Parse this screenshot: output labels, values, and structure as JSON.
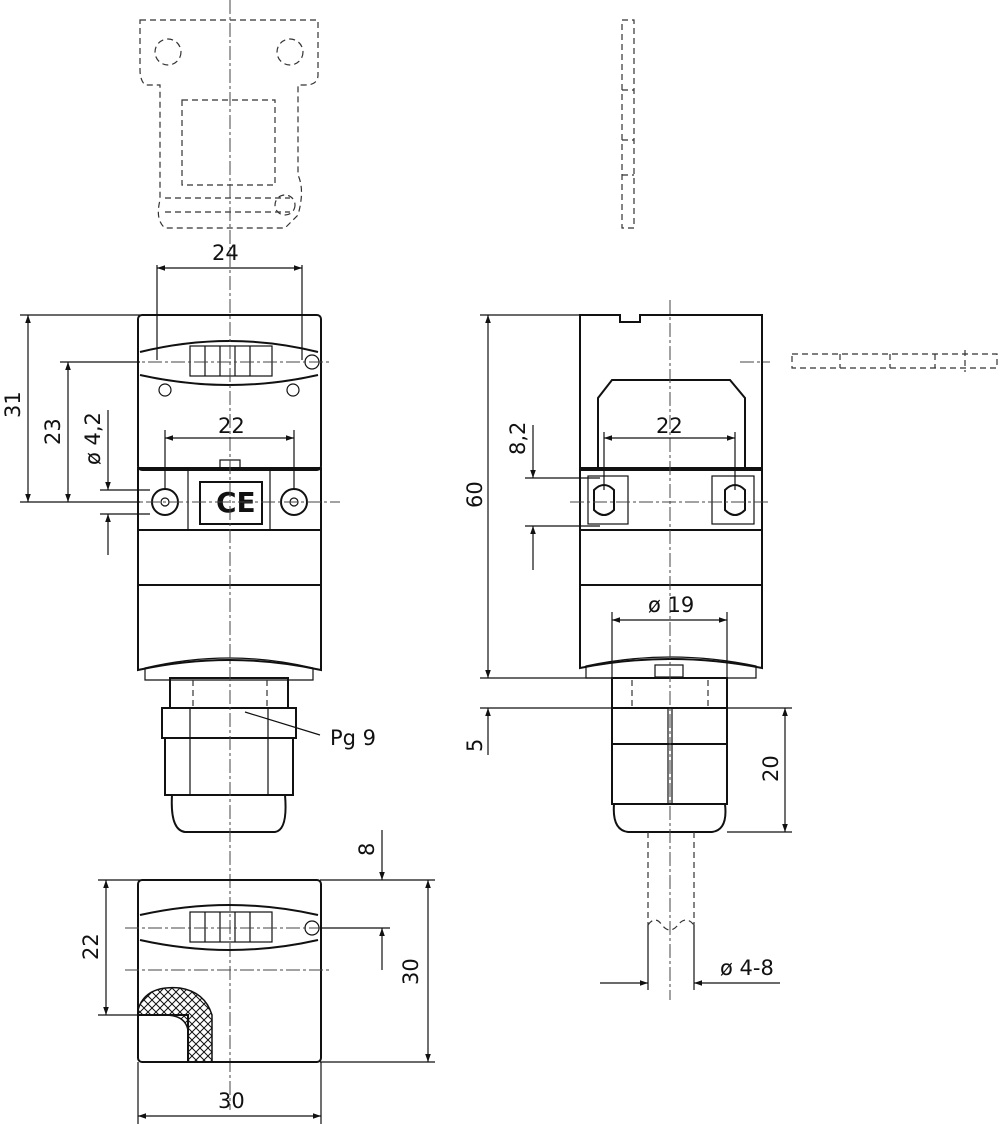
{
  "dimensions": {
    "front_top_width": "24",
    "front_height": "31",
    "front_hole_height": "23",
    "front_hole_dia": "ø 4,2",
    "front_hole_spacing": "22",
    "side_height": "60",
    "side_hole_spacing": "22",
    "side_hole_slot": "8,2",
    "side_neck_dia": "ø 19",
    "side_neck_length": "5",
    "side_gland_length": "20",
    "cable_dia": "ø 4-8",
    "gland_thread": "Pg 9",
    "top_offset": "8",
    "top_depth": "22",
    "top_height": "30",
    "top_width": "30"
  },
  "labels": {
    "ce_mark": "CE"
  },
  "colors": {
    "line": "#111111",
    "background": "#ffffff"
  }
}
